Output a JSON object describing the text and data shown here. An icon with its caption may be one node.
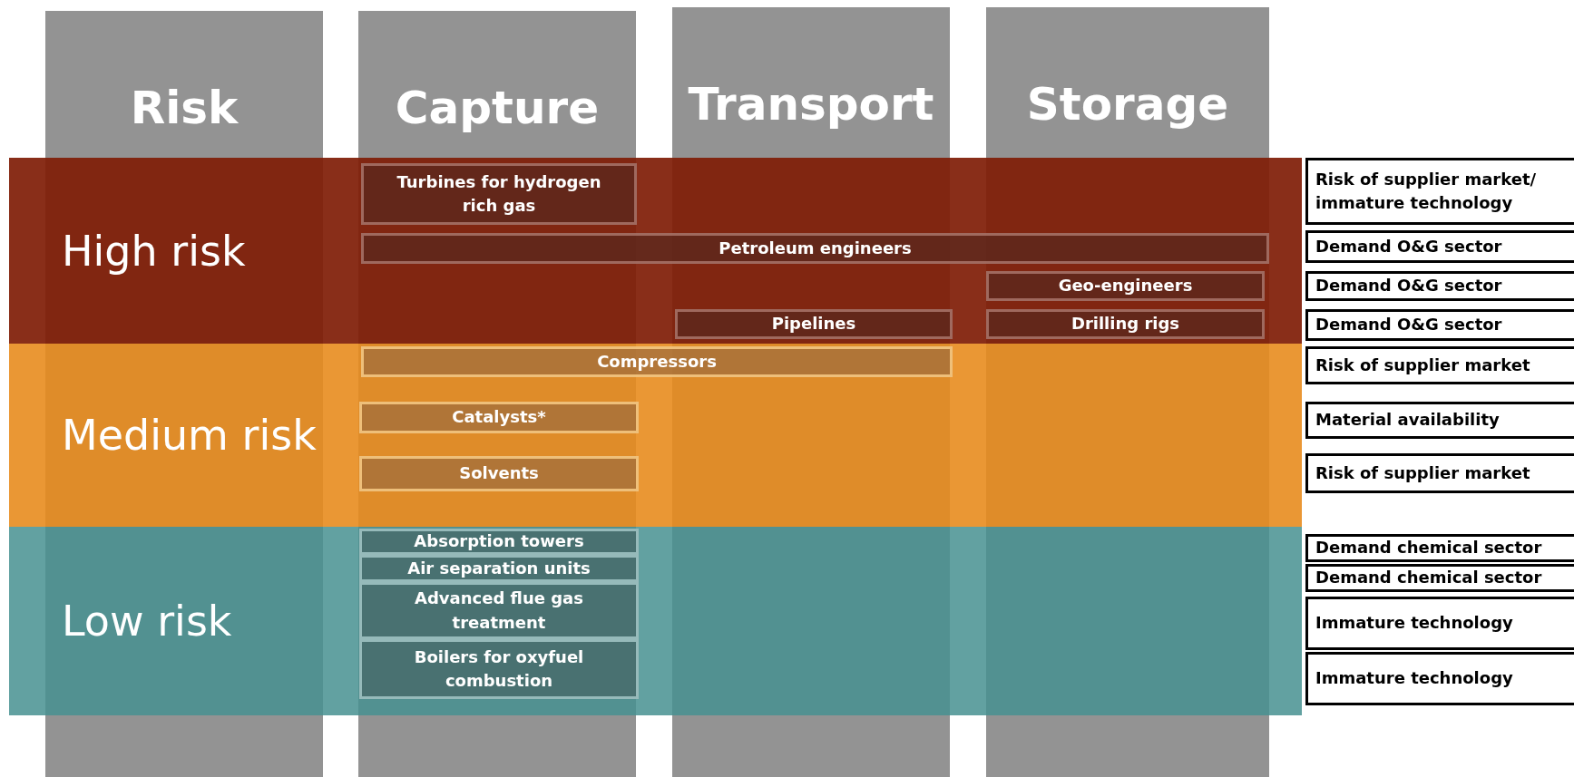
{
  "diagram": {
    "nodes": [
      {
        "text": [
          "Risk"
        ]
      },
      {
        "text": [
          "Capture"
        ]
      },
      {
        "text": [
          "Transport"
        ]
      },
      {
        "text": [
          "Storage"
        ]
      },
      {
        "text": [
          "High risk"
        ]
      },
      {
        "text": [
          "Medium risk"
        ]
      },
      {
        "text": [
          "Low risk"
        ]
      },
      {
        "text": [
          "Turbines for hydrogen rich gas"
        ],
        "in": 4
      },
      {
        "text": [
          "Petroleum engineers"
        ],
        "in": 4
      },
      {
        "text": [
          "Geo-engineers"
        ],
        "in": 4
      },
      {
        "text": [
          "Pipelines"
        ],
        "in": 4
      },
      {
        "text": [
          "Drilling rigs"
        ],
        "in": 4
      },
      {
        "text": [
          "Compressors"
        ],
        "in": 5
      },
      {
        "text": [
          "Catalysts*"
        ],
        "in": 5
      },
      {
        "text": [
          "Solvents"
        ],
        "in": 5
      },
      {
        "text": [
          "Absorption towers"
        ],
        "in": 6
      },
      {
        "text": [
          "Air separation units"
        ],
        "in": 6
      },
      {
        "text": [
          "Advanced flue gas treatment"
        ],
        "in": 6
      },
      {
        "text": [
          "Boilers for oxyfuel combustion"
        ],
        "in": 6
      },
      {
        "text": [
          "Risk of supplier market/ immature technology"
        ]
      },
      {
        "text": [
          "Demand O&G sector"
        ]
      },
      {
        "text": [
          "Demand O&G sector"
        ]
      },
      {
        "text": [
          "Demand O&G sector"
        ]
      },
      {
        "text": [
          "Risk of supplier market"
        ]
      },
      {
        "text": [
          "Material availability"
        ]
      },
      {
        "text": [
          "Risk of supplier market"
        ]
      },
      {
        "text": [
          "Demand chemical sector"
        ]
      },
      {
        "text": [
          "Demand chemical sector"
        ]
      },
      {
        "text": [
          "Immature technology"
        ]
      },
      {
        "text": [
          "Immature technology"
        ]
      }
    ],
    "edges": []
  }
}
